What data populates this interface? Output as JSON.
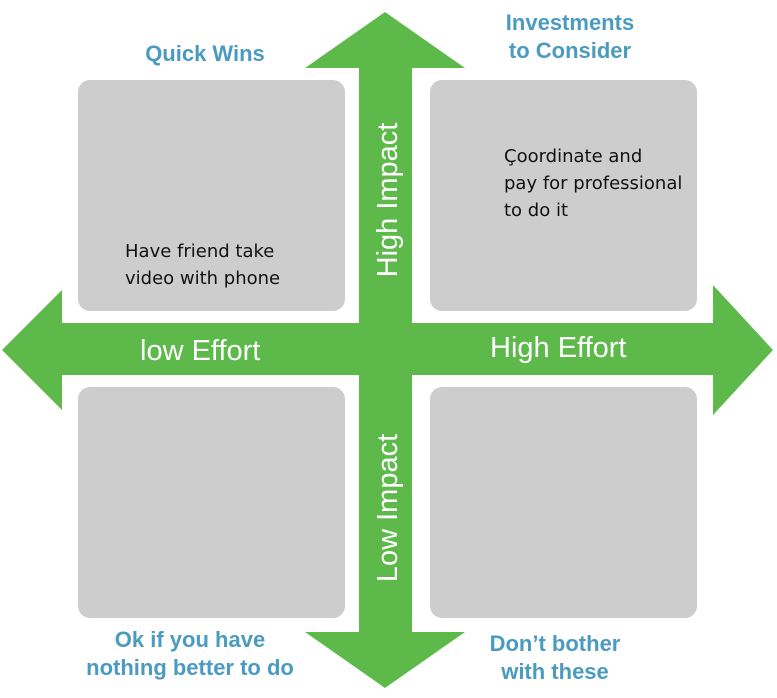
{
  "colors": {
    "arrow": "#5db94a",
    "box": "#cdcdcd",
    "label": "#4a9bbf"
  },
  "axes": {
    "high_impact": "High Impact",
    "low_impact": "Low Impact",
    "low_effort": "low Effort",
    "high_effort": "High Effort"
  },
  "quadrant_titles": {
    "top_left": "Quick Wins",
    "top_right": "Investments\nto Consider",
    "bottom_left": "Ok if you have\nnothing better to do",
    "bottom_right": "Don’t bother\nwith these"
  },
  "notes": {
    "top_left": "Have friend take\nvideo with phone",
    "top_right": "Çoordinate and\npay for professional\nto do it"
  }
}
